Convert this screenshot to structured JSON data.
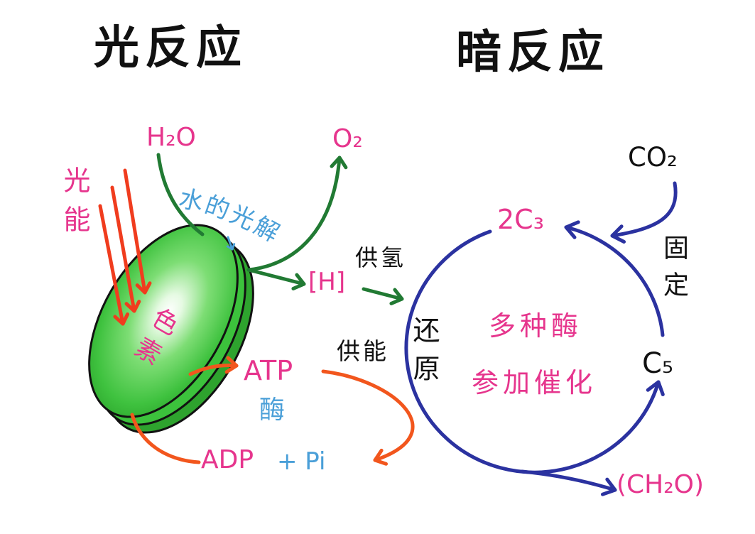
{
  "titles": {
    "light_reaction": "光反应",
    "dark_reaction": "暗反应"
  },
  "light_reaction": {
    "light_energy": "光能",
    "water": "H₂O",
    "oxygen": "O₂",
    "photolysis": "水的光解",
    "hydrogen": "[H]",
    "pigment": "色素",
    "atp": "ATP",
    "enzyme": "酶",
    "adp": "ADP",
    "pi": "+ Pi"
  },
  "links": {
    "supply_hydrogen": "供氢",
    "supply_energy": "供能"
  },
  "dark_reaction": {
    "c3": "2C₃",
    "c5": "C₅",
    "co2": "CO₂",
    "fixation": "固定",
    "reduction": "还原",
    "enzymes_line1": "多种酶",
    "enzymes_line2": "参加催化",
    "product": "(CH₂O)"
  },
  "colors": {
    "label_pink": "#e6358d",
    "label_blue": "#4a9fd8",
    "cycle_blue": "#2b32a0",
    "arrow_green": "#217a33",
    "arrow_orange": "#f2561d",
    "light_red": "#f03c1e",
    "disk_green": "#3cc23c"
  }
}
